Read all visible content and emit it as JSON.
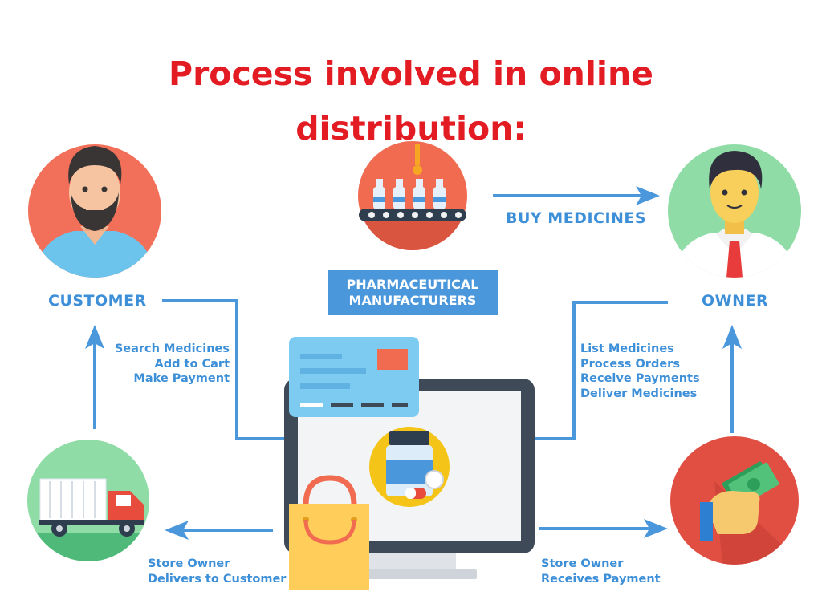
{
  "title": {
    "line1": "Process involved in online",
    "line2": "distribution:"
  },
  "nodes": {
    "customer": "CUSTOMER",
    "owner": "OWNER",
    "manufacturers": {
      "line1": "PHARMACEUTICAL",
      "line2": "MANUFACTURERS"
    }
  },
  "edges": {
    "buy_medicines": "BUY MEDICINES",
    "customer_actions": [
      "Search Medicines",
      "Add to Cart",
      "Make Payment"
    ],
    "owner_actions": [
      "List Medicines",
      "Process Orders",
      "Receive Payments",
      "Deliver Medicines"
    ],
    "delivery": [
      "Store Owner",
      "Delivers to Customer"
    ],
    "payment": [
      "Store Owner",
      "Receives Payment"
    ]
  },
  "icons": {
    "customer": "bearded-man-avatar-icon",
    "owner": "businessman-avatar-icon",
    "factory": "medicine-bottle-conveyor-icon",
    "delivery": "delivery-truck-icon",
    "payment": "hand-with-cash-icon",
    "computer": "computer-monitor-icon",
    "card": "credit-card-icon",
    "bag": "shopping-bag-icon",
    "medicine": "medicine-bottle-icon"
  },
  "colors": {
    "title": "#e31b23",
    "label": "#3d8fd8",
    "arrow": "#4a97dc",
    "customer_circle": "#f27059",
    "owner_circle": "#8fdca6",
    "factory_circle": "#f06b50",
    "truck_circle": "#8fdca6",
    "payment_circle": "#e14f43"
  }
}
